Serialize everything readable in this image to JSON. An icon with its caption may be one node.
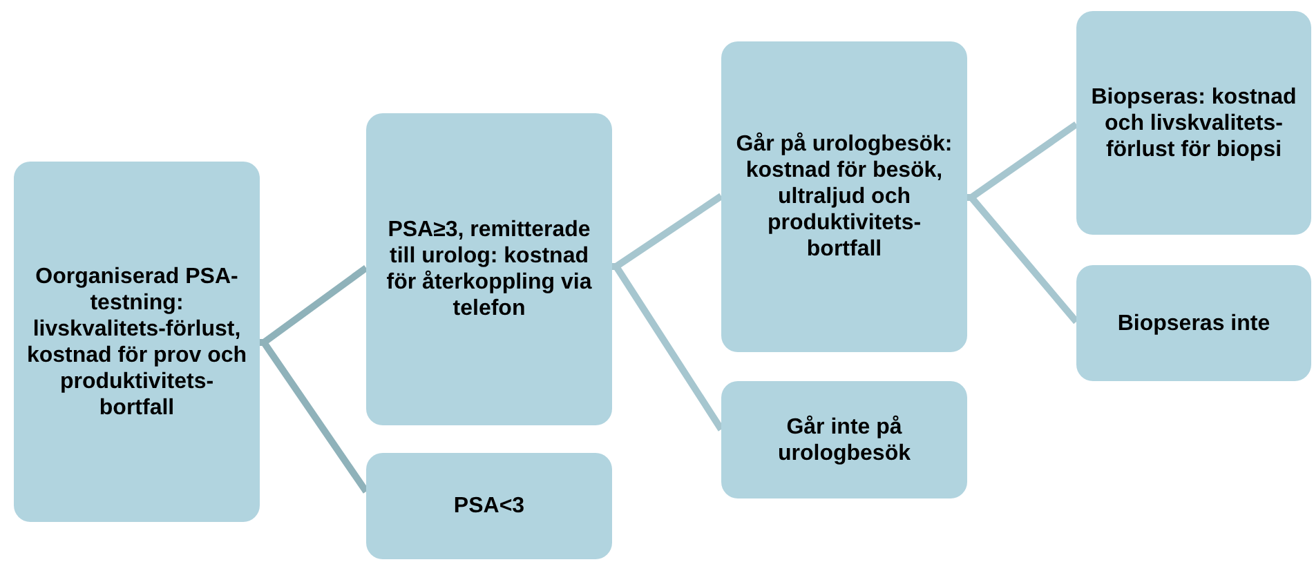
{
  "diagram": {
    "nodes": [
      {
        "text": [
          "Oorganiserad PSA-testning: livskvalitets-förlust, kostnad för prov och produktivitets-bortfall"
        ]
      },
      {
        "text": [
          "PSA≥3, remitterade till urolog: kostnad för återkoppling via telefon"
        ]
      },
      {
        "text": [
          "PSA<3"
        ]
      },
      {
        "text": [
          "Går på urologbesök: kostnad för besök, ultraljud och produktivitets-bortfall"
        ]
      },
      {
        "text": [
          "Går inte på urologbesök"
        ]
      },
      {
        "text": [
          "Biopseras: kostnad och livskvalitets-förlust för biopsi"
        ]
      },
      {
        "text": [
          "Biopseras inte"
        ]
      }
    ],
    "edges": [
      {
        "from": 0,
        "to": 1,
        "arrow": "none"
      },
      {
        "from": 0,
        "to": 2,
        "arrow": "none"
      },
      {
        "from": 1,
        "to": 3,
        "arrow": "none"
      },
      {
        "from": 1,
        "to": 4,
        "arrow": "none"
      },
      {
        "from": 3,
        "to": 5,
        "arrow": "none"
      },
      {
        "from": 3,
        "to": 6,
        "arrow": "none"
      }
    ]
  }
}
